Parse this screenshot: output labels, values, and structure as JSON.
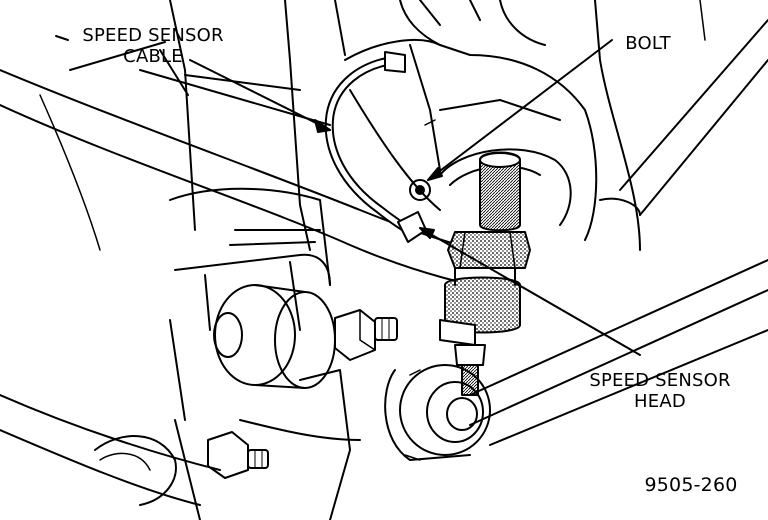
{
  "labels": {
    "speed_sensor_cable_line1": "SPEED SENSOR",
    "speed_sensor_cable_line2": "CABLE",
    "bolt": "BOLT",
    "speed_sensor_head_line1": "SPEED SENSOR",
    "speed_sensor_head_line2": "HEAD",
    "figure_number": "9505-260"
  },
  "colors": {
    "ink": "#000000",
    "paper": "#ffffff",
    "shade": "#9a9a9a"
  }
}
